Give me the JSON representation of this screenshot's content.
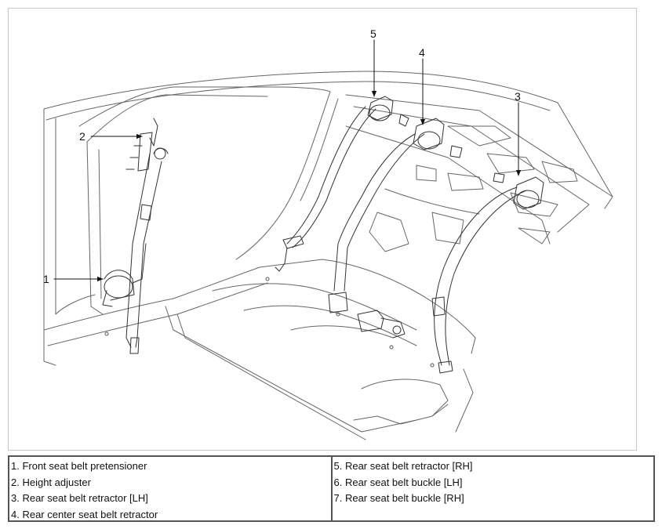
{
  "diagram": {
    "callouts": [
      {
        "id": "1",
        "label": "1"
      },
      {
        "id": "2",
        "label": "2"
      },
      {
        "id": "3",
        "label": "3"
      },
      {
        "id": "4",
        "label": "4"
      },
      {
        "id": "5",
        "label": "5"
      }
    ]
  },
  "legend": {
    "left": [
      "1. Front seat belt pretensioner",
      "2. Height adjuster",
      "3. Rear seat belt retractor [LH]",
      "4. Rear center seat belt retractor"
    ],
    "right": [
      "5. Rear seat belt retractor [RH]",
      "6. Rear seat belt buckle [LH]",
      "7. Rear seat belt buckle [RH]"
    ]
  }
}
